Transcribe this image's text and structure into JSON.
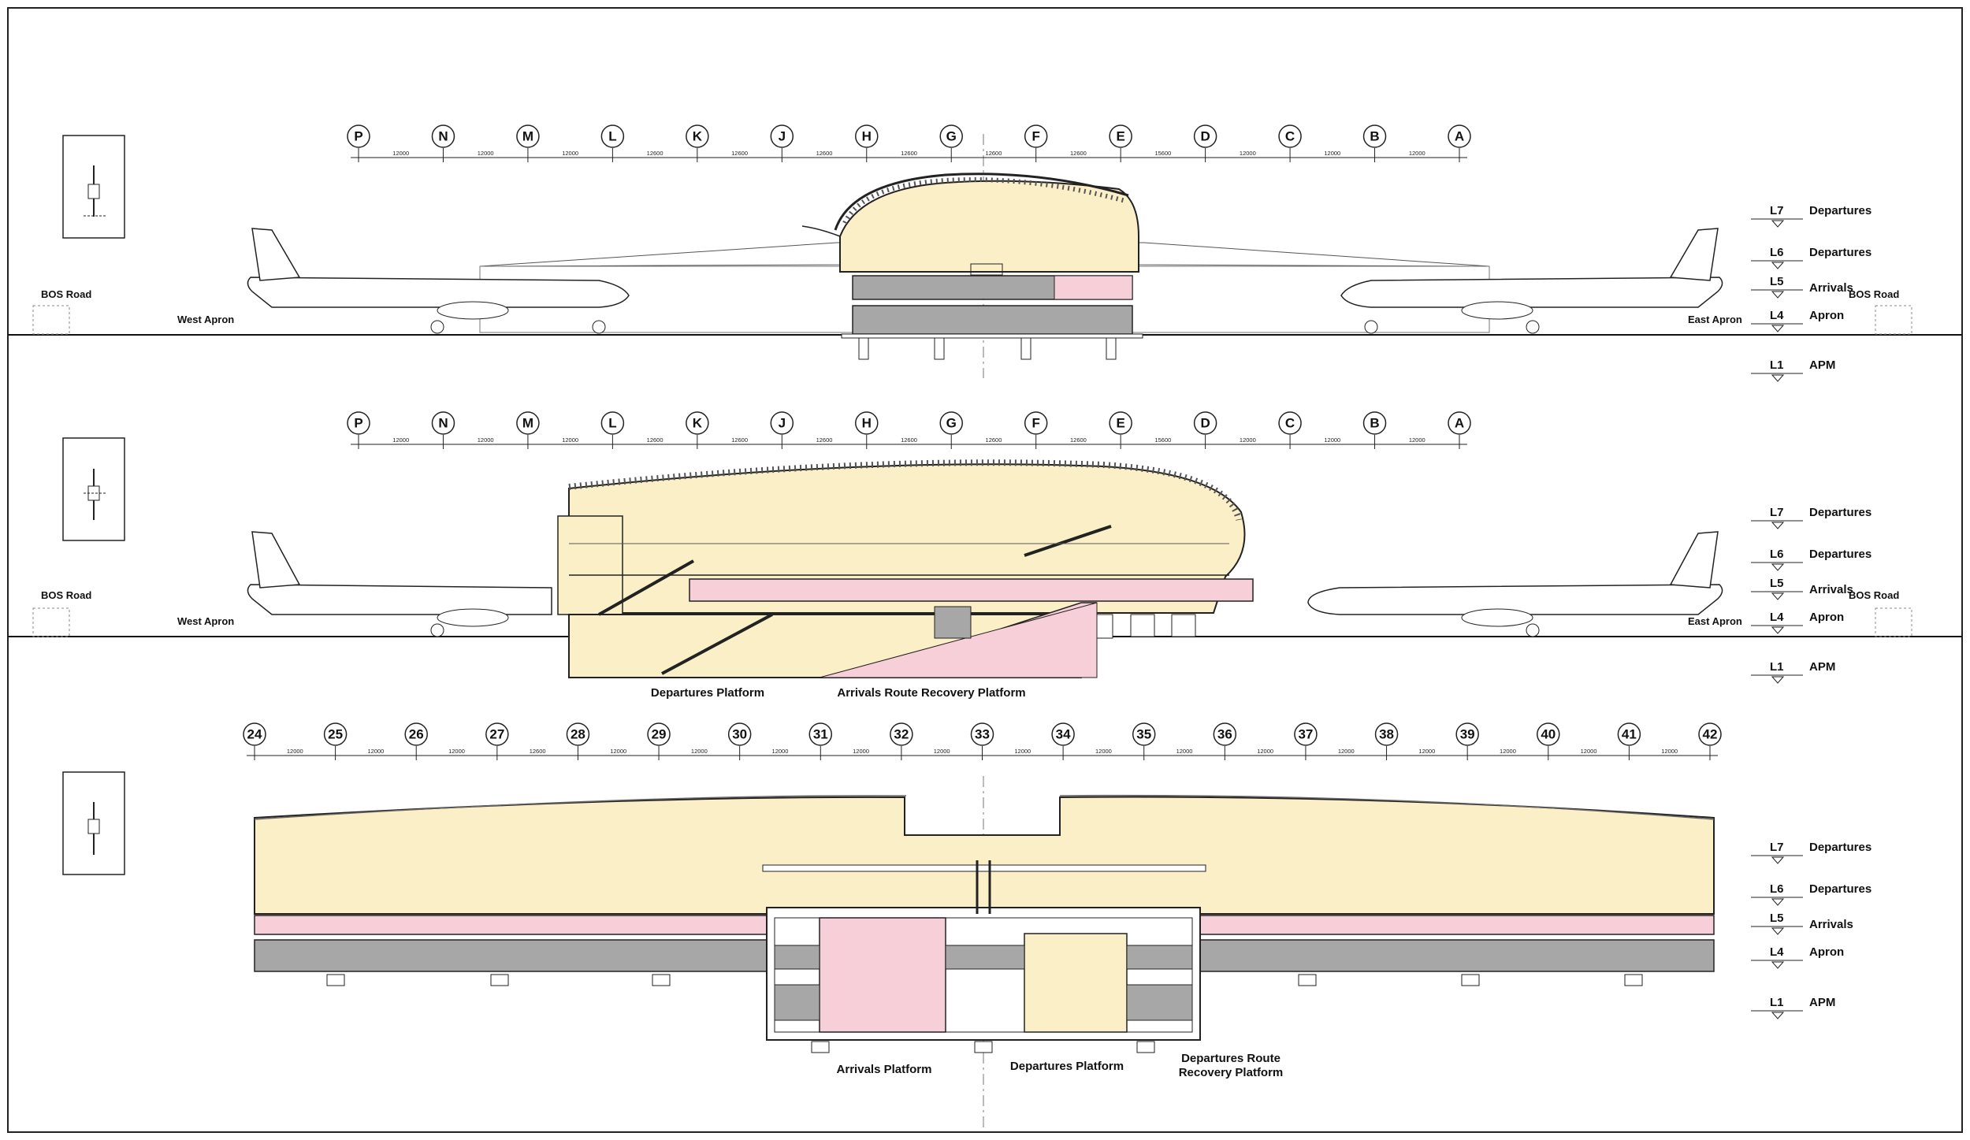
{
  "sections": [
    {
      "grid_labels": [
        "P",
        "N",
        "M",
        "L",
        "K",
        "J",
        "H",
        "G",
        "F",
        "E",
        "D",
        "C",
        "B",
        "A"
      ],
      "dimensions": [
        "12000",
        "12000",
        "12000",
        "12600",
        "12600",
        "12600",
        "12600",
        "12600",
        "12600",
        "15600",
        "12000",
        "12000",
        "12000"
      ],
      "levels": [
        {
          "code": "L7",
          "name": "Departures"
        },
        {
          "code": "L6",
          "name": "Departures"
        },
        {
          "code": "L5",
          "name": "Arrivals"
        },
        {
          "code": "L4",
          "name": "Apron"
        },
        {
          "code": "L1",
          "name": "APM"
        }
      ],
      "labels": {
        "road_left": "BOS Road",
        "road_right": "BOS Road",
        "apron_left": "West Apron",
        "apron_right": "East Apron"
      }
    },
    {
      "grid_labels": [
        "P",
        "N",
        "M",
        "L",
        "K",
        "J",
        "H",
        "G",
        "F",
        "E",
        "D",
        "C",
        "B",
        "A"
      ],
      "dimensions": [
        "12000",
        "12000",
        "12000",
        "12600",
        "12600",
        "12600",
        "12600",
        "12600",
        "12600",
        "15600",
        "12000",
        "12000",
        "12000"
      ],
      "levels": [
        {
          "code": "L7",
          "name": "Departures"
        },
        {
          "code": "L6",
          "name": "Departures"
        },
        {
          "code": "L5",
          "name": "Arrivals"
        },
        {
          "code": "L4",
          "name": "Apron"
        },
        {
          "code": "L1",
          "name": "APM"
        }
      ],
      "labels": {
        "road_left": "BOS Road",
        "road_right": "BOS Road",
        "apron_left": "West Apron",
        "apron_right": "East Apron"
      },
      "platforms": [
        "Departures Platform",
        "Arrivals Route Recovery Platform"
      ]
    },
    {
      "grid_labels": [
        "24",
        "25",
        "26",
        "27",
        "28",
        "29",
        "30",
        "31",
        "32",
        "33",
        "34",
        "35",
        "36",
        "37",
        "38",
        "39",
        "40",
        "41",
        "42"
      ],
      "dimensions": [
        "12000",
        "12000",
        "12000",
        "12600",
        "12000",
        "12000",
        "12000",
        "12000",
        "12000",
        "12000",
        "12000",
        "12000",
        "12000",
        "12000",
        "12000",
        "12000",
        "12000",
        "12000"
      ],
      "levels": [
        {
          "code": "L7",
          "name": "Departures"
        },
        {
          "code": "L6",
          "name": "Departures"
        },
        {
          "code": "L5",
          "name": "Arrivals"
        },
        {
          "code": "L4",
          "name": "Apron"
        },
        {
          "code": "L1",
          "name": "APM"
        }
      ],
      "platforms": [
        "Arrivals Platform",
        "Departures Platform"
      ],
      "platform_multi": [
        "Departures Route",
        "Recovery Platform"
      ]
    }
  ],
  "colors": {
    "yellow": "#fbefc8",
    "pink": "#f7cfd8",
    "gray": "#a7a7a7",
    "line": "#1a1a1a"
  }
}
